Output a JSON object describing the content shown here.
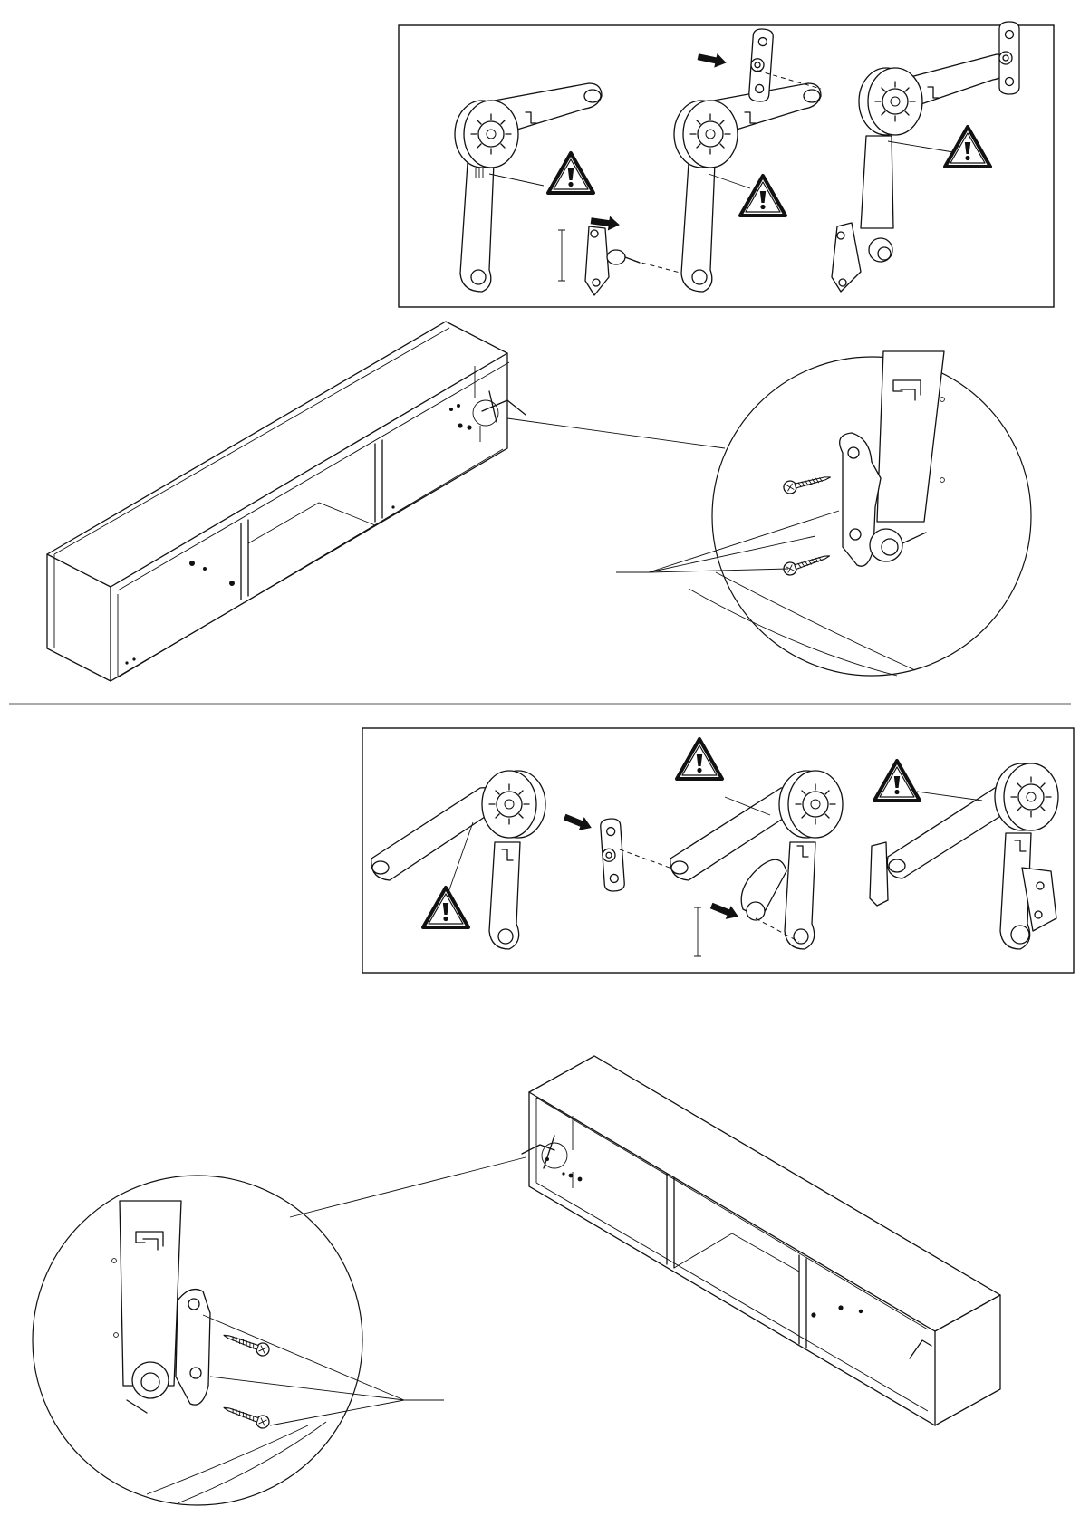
{
  "document": {
    "type": "assembly instruction sheet",
    "steps": [
      {
        "id": "upper",
        "panel_figures": 3,
        "warning_icons": 3,
        "screws_shown": 2
      },
      {
        "id": "lower",
        "panel_figures": 3,
        "warning_icons": 3,
        "screws_shown": 2
      }
    ],
    "icons": [
      "warning-triangle-icon",
      "arrow-icon",
      "screw-icon",
      "lift-mechanism-icon"
    ],
    "colors": {
      "ink": "#111111",
      "paper": "#ffffff",
      "divider": "#777777"
    }
  }
}
